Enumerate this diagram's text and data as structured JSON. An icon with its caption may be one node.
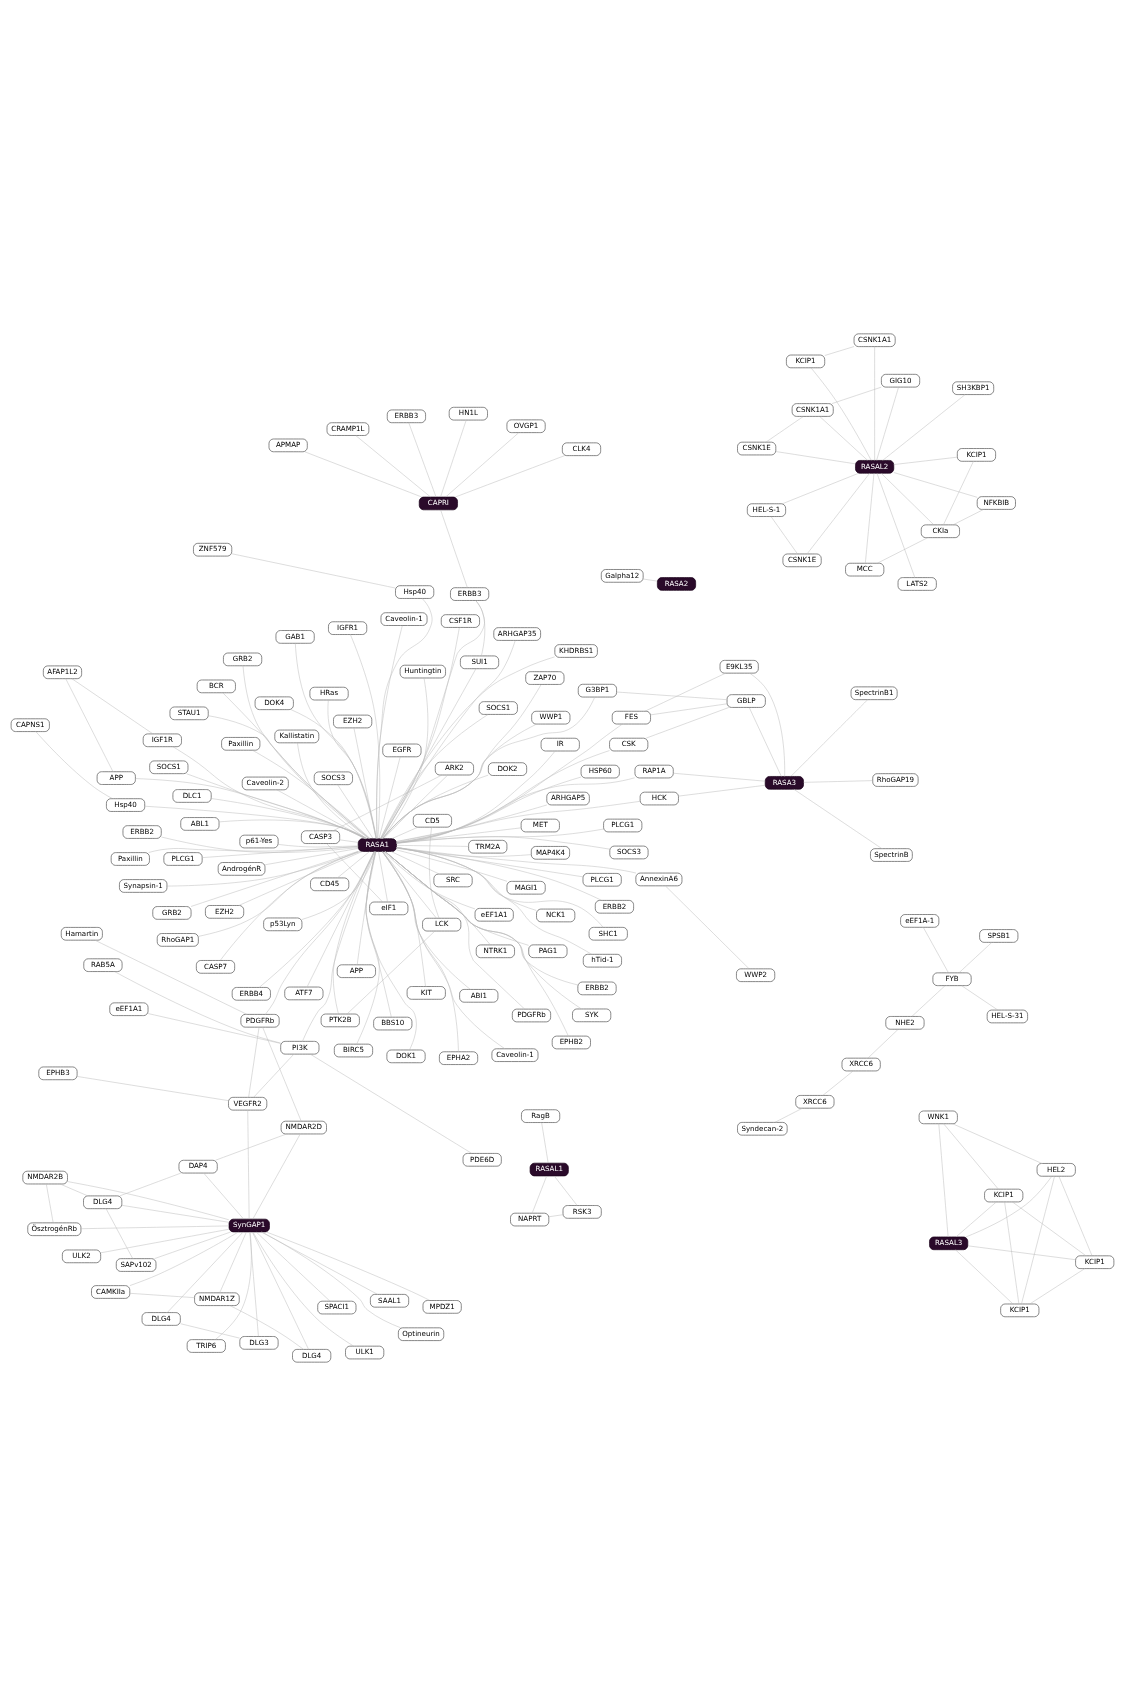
{
  "diagram": {
    "nodes": [
      {
        "text": [
          "Synapsin-1"
        ]
      },
      {
        "text": [
          "NCK1"
        ]
      },
      {
        "text": [
          "DOK1"
        ]
      },
      {
        "text": [
          "GAB1"
        ]
      },
      {
        "text": [
          "eEF1A1"
        ]
      },
      {
        "text": [
          "p61-Yes"
        ]
      },
      {
        "text": [
          "ERBB4"
        ]
      },
      {
        "text": [
          "ERBB2"
        ]
      },
      {
        "text": [
          "KIT"
        ]
      },
      {
        "text": [
          "EPHB2"
        ]
      },
      {
        "text": [
          "ABI1"
        ]
      },
      {
        "text": [
          "ERBB2"
        ]
      },
      {
        "text": [
          "ERBB2"
        ]
      },
      {
        "text": [
          "eEF1A-1"
        ]
      },
      {
        "text": [
          "MET"
        ]
      },
      {
        "text": [
          "CSF1R"
        ]
      },
      {
        "text": [
          "PDGFRb"
        ]
      },
      {
        "text": [
          "SYK"
        ]
      },
      {
        "text": [
          "BCR"
        ]
      },
      {
        "text": [
          "SOCS1"
        ]
      },
      {
        "text": [
          "Caveolin-2"
        ]
      },
      {
        "text": [
          "CD45"
        ]
      },
      {
        "text": [
          "HEL-S-31"
        ]
      },
      {
        "text": [
          "p53Lyn"
        ]
      },
      {
        "text": [
          "SOCS1"
        ]
      },
      {
        "text": [
          "CD5"
        ]
      },
      {
        "text": [
          "Caveolin-1"
        ]
      },
      {
        "text": [
          "Caveolin-1"
        ]
      },
      {
        "text": [
          "IR"
        ]
      },
      {
        "text": [
          "FYB"
        ]
      },
      {
        "text": [
          "SOCS3"
        ]
      },
      {
        "text": [
          "LCK"
        ]
      },
      {
        "text": [
          "hTid-1"
        ]
      },
      {
        "text": [
          "EGFR"
        ]
      },
      {
        "text": [
          "SRC"
        ]
      },
      {
        "text": [
          "PTK2B"
        ]
      },
      {
        "text": [
          "NHE2"
        ]
      },
      {
        "text": [
          "Paxillin"
        ]
      },
      {
        "text": [
          "DOK2"
        ]
      },
      {
        "text": [
          "IGF1R"
        ]
      },
      {
        "text": [
          "AFAP1L2"
        ]
      },
      {
        "text": [
          "KHDRBS1"
        ]
      },
      {
        "text": [
          "ABL1"
        ]
      },
      {
        "text": [
          "SPSB1"
        ]
      },
      {
        "text": [
          "Syndecan-2"
        ]
      },
      {
        "text": [
          "Paxillin"
        ]
      },
      {
        "text": [
          "IGFR1"
        ]
      },
      {
        "text": [
          "DOK4"
        ]
      },
      {
        "text": [
          "CSK"
        ]
      },
      {
        "text": [
          "ARHGAP5"
        ]
      },
      {
        "text": [
          "PLCG1"
        ]
      },
      {
        "text": [
          "XRCC6"
        ]
      },
      {
        "text": [
          "AndrogénR"
        ]
      },
      {
        "text": [
          "SHC1"
        ]
      },
      {
        "text": [
          "PAG1"
        ]
      },
      {
        "text": [
          "SOCS3"
        ]
      },
      {
        "text": [
          "XRCC6"
        ]
      },
      {
        "text": [
          "Hsp40"
        ]
      },
      {
        "text": [
          "PLCG1"
        ]
      },
      {
        "text": [
          "PLCG1"
        ]
      },
      {
        "text": [
          "ARHGAP35"
        ]
      },
      {
        "text": [
          "G3BP1"
        ]
      },
      {
        "text": [
          "ZAP70"
        ]
      },
      {
        "text": [
          "EPHA2"
        ]
      },
      {
        "text": [
          "eEF1A1"
        ]
      },
      {
        "text": [
          "GRB2"
        ]
      },
      {
        "text": [
          "GBLP"
        ]
      },
      {
        "text": [
          "STAU1"
        ]
      },
      {
        "text": [
          "Kallistatin"
        ]
      },
      {
        "text": [
          "RAB5A"
        ]
      },
      {
        "text": [
          "CASP7"
        ]
      },
      {
        "text": [
          "WWP1"
        ]
      },
      {
        "text": [
          "MAP4K4"
        ]
      },
      {
        "text": [
          "EZH2"
        ]
      },
      {
        "text": [
          "FES"
        ]
      },
      {
        "text": [
          "HSP60"
        ]
      },
      {
        "text": [
          "PDE6D"
        ]
      },
      {
        "text": [
          "E9KL35"
        ]
      },
      {
        "text": [
          "BIRC5"
        ]
      },
      {
        "text": [
          "Huntingtin"
        ]
      },
      {
        "text": [
          "EZH2"
        ]
      },
      {
        "text": [
          "GRB2"
        ]
      },
      {
        "text": [
          "APP"
        ]
      },
      {
        "text": [
          "NTRK1"
        ]
      },
      {
        "text": [
          "HCK"
        ]
      },
      {
        "text": [
          "PI3K"
        ]
      },
      {
        "text": [
          "RASA1"
        ]
      },
      {
        "text": [
          "Hsp40"
        ]
      },
      {
        "text": [
          "SUI1"
        ]
      },
      {
        "text": [
          "APP"
        ]
      },
      {
        "text": [
          "TRM2A"
        ]
      },
      {
        "text": [
          "SpectrinB"
        ]
      },
      {
        "text": [
          "HRas"
        ]
      },
      {
        "text": [
          "Hamartin"
        ]
      },
      {
        "text": [
          "RASA3"
        ]
      },
      {
        "text": [
          "RAP1A"
        ]
      },
      {
        "text": [
          "ZNF579"
        ]
      },
      {
        "text": [
          "EPHB3"
        ]
      },
      {
        "text": [
          "SpectrinB1"
        ]
      },
      {
        "text": [
          "RhoGAP1"
        ]
      },
      {
        "text": [
          "ARK2"
        ]
      },
      {
        "text": [
          "ERBB3"
        ]
      },
      {
        "text": [
          "CAPNS1"
        ]
      },
      {
        "text": [
          "BBS10"
        ]
      },
      {
        "text": [
          "eIF1"
        ]
      },
      {
        "text": [
          "RhoGAP19"
        ]
      },
      {
        "text": [
          "MAGI1"
        ]
      },
      {
        "text": [
          "ATF7"
        ]
      },
      {
        "text": [
          "AnnexinA6"
        ]
      },
      {
        "text": [
          "ERBB3"
        ]
      },
      {
        "text": [
          "CASP3"
        ]
      },
      {
        "text": [
          "APMAP"
        ]
      },
      {
        "text": [
          "DLC1"
        ]
      },
      {
        "text": [
          "WWP2"
        ]
      },
      {
        "text": [
          "CAPRI"
        ]
      },
      {
        "text": [
          "OVGP1"
        ]
      },
      {
        "text": [
          "VEGFR2"
        ]
      },
      {
        "text": [
          "PDGFRb"
        ]
      },
      {
        "text": [
          "CLK4"
        ]
      },
      {
        "text": [
          "HN1L"
        ]
      },
      {
        "text": [
          "CRAMP1L"
        ]
      },
      {
        "text": [
          "NMDAR2D"
        ]
      },
      {
        "text": [
          "ÖsztrogénRb"
        ]
      },
      {
        "text": [
          "HEL-S-1"
        ]
      },
      {
        "text": [
          "DAP4"
        ]
      },
      {
        "text": [
          "NMDAR2B"
        ]
      },
      {
        "text": [
          "GIG10"
        ]
      },
      {
        "text": [
          "LATS2"
        ]
      },
      {
        "text": [
          "SAPv102"
        ]
      },
      {
        "text": [
          "NMDAR1Z"
        ]
      },
      {
        "text": [
          "SAAL1"
        ]
      },
      {
        "text": [
          "KCIP1"
        ]
      },
      {
        "text": [
          "CSNK1A1"
        ]
      },
      {
        "text": [
          "DLG4"
        ]
      },
      {
        "text": [
          "TRIP6"
        ]
      },
      {
        "text": [
          "KCIP1"
        ]
      },
      {
        "text": [
          "CSNK1A1"
        ]
      },
      {
        "text": [
          "DLG4"
        ]
      },
      {
        "text": [
          "ULK1"
        ]
      },
      {
        "text": [
          "SynGAP1"
        ]
      },
      {
        "text": [
          "RASAL2"
        ]
      },
      {
        "text": [
          "DLG4"
        ]
      },
      {
        "text": [
          "ULK2"
        ]
      },
      {
        "text": [
          "MCC"
        ]
      },
      {
        "text": [
          "CSNK1E"
        ]
      },
      {
        "text": [
          "DLG3"
        ]
      },
      {
        "text": [
          "Optineurin"
        ]
      },
      {
        "text": [
          "CKIa"
        ]
      },
      {
        "text": [
          "CAMKIIa"
        ]
      },
      {
        "text": [
          "SPACI1"
        ]
      },
      {
        "text": [
          "CSNK1E"
        ]
      },
      {
        "text": [
          "MPDZ1"
        ]
      },
      {
        "text": [
          "NFKBIB"
        ]
      },
      {
        "text": [
          "SH3KBP1"
        ]
      },
      {
        "text": [
          "Galpha12"
        ]
      },
      {
        "text": [
          "RASA2"
        ]
      },
      {
        "text": [
          "KCIP1"
        ]
      },
      {
        "text": [
          "KCIP1"
        ]
      },
      {
        "text": [
          "NAPRT"
        ]
      },
      {
        "text": [
          "RASAL3"
        ]
      },
      {
        "text": [
          "KCIP1"
        ]
      },
      {
        "text": [
          "RSK3"
        ]
      },
      {
        "text": [
          "RASAL1"
        ]
      },
      {
        "text": [
          "HEL2"
        ]
      },
      {
        "text": [
          "WNK1"
        ]
      },
      {
        "text": [
          "RagB"
        ]
      }
    ],
    "edges": [
      {
        "from": 86,
        "to": 0,
        "arrow": "none"
      },
      {
        "from": 86,
        "to": 1,
        "arrow": "none"
      },
      {
        "from": 86,
        "to": 2,
        "arrow": "none"
      },
      {
        "from": 86,
        "to": 3,
        "arrow": "none"
      },
      {
        "from": 86,
        "to": 4,
        "arrow": "none"
      },
      {
        "from": 86,
        "to": 5,
        "arrow": "none"
      },
      {
        "from": 86,
        "to": 6,
        "arrow": "none"
      },
      {
        "from": 86,
        "to": 7,
        "arrow": "none"
      },
      {
        "from": 86,
        "to": 8,
        "arrow": "none"
      },
      {
        "from": 86,
        "to": 9,
        "arrow": "none"
      },
      {
        "from": 86,
        "to": 10,
        "arrow": "none"
      },
      {
        "from": 86,
        "to": 11,
        "arrow": "none"
      },
      {
        "from": 86,
        "to": 12,
        "arrow": "none"
      },
      {
        "from": 86,
        "to": 14,
        "arrow": "none"
      },
      {
        "from": 86,
        "to": 15,
        "arrow": "none"
      },
      {
        "from": 86,
        "to": 16,
        "arrow": "none"
      },
      {
        "from": 86,
        "to": 17,
        "arrow": "none"
      },
      {
        "from": 86,
        "to": 18,
        "arrow": "none"
      },
      {
        "from": 86,
        "to": 19,
        "arrow": "none"
      },
      {
        "from": 86,
        "to": 20,
        "arrow": "none"
      },
      {
        "from": 86,
        "to": 21,
        "arrow": "none"
      },
      {
        "from": 86,
        "to": 23,
        "arrow": "none"
      },
      {
        "from": 86,
        "to": 24,
        "arrow": "none"
      },
      {
        "from": 86,
        "to": 25,
        "arrow": "none"
      },
      {
        "from": 86,
        "to": 26,
        "arrow": "none"
      },
      {
        "from": 86,
        "to": 27,
        "arrow": "none"
      },
      {
        "from": 86,
        "to": 28,
        "arrow": "none"
      },
      {
        "from": 86,
        "to": 30,
        "arrow": "none"
      },
      {
        "from": 86,
        "to": 31,
        "arrow": "none"
      },
      {
        "from": 86,
        "to": 32,
        "arrow": "none"
      },
      {
        "from": 86,
        "to": 33,
        "arrow": "none"
      },
      {
        "from": 86,
        "to": 34,
        "arrow": "none"
      },
      {
        "from": 86,
        "to": 35,
        "arrow": "none"
      },
      {
        "from": 86,
        "to": 37,
        "arrow": "none"
      },
      {
        "from": 86,
        "to": 38,
        "arrow": "none"
      },
      {
        "from": 86,
        "to": 39,
        "arrow": "none"
      },
      {
        "from": 86,
        "to": 41,
        "arrow": "none"
      },
      {
        "from": 86,
        "to": 42,
        "arrow": "none"
      },
      {
        "from": 86,
        "to": 45,
        "arrow": "none"
      },
      {
        "from": 86,
        "to": 46,
        "arrow": "none"
      },
      {
        "from": 86,
        "to": 47,
        "arrow": "none"
      },
      {
        "from": 86,
        "to": 48,
        "arrow": "none"
      },
      {
        "from": 86,
        "to": 49,
        "arrow": "none"
      },
      {
        "from": 86,
        "to": 50,
        "arrow": "none"
      },
      {
        "from": 86,
        "to": 52,
        "arrow": "none"
      },
      {
        "from": 86,
        "to": 53,
        "arrow": "none"
      },
      {
        "from": 86,
        "to": 54,
        "arrow": "none"
      },
      {
        "from": 86,
        "to": 55,
        "arrow": "none"
      },
      {
        "from": 86,
        "to": 57,
        "arrow": "none"
      },
      {
        "from": 86,
        "to": 58,
        "arrow": "none"
      },
      {
        "from": 86,
        "to": 59,
        "arrow": "none"
      },
      {
        "from": 86,
        "to": 60,
        "arrow": "none"
      },
      {
        "from": 86,
        "to": 61,
        "arrow": "none"
      },
      {
        "from": 86,
        "to": 62,
        "arrow": "none"
      },
      {
        "from": 86,
        "to": 63,
        "arrow": "none"
      },
      {
        "from": 86,
        "to": 65,
        "arrow": "none"
      },
      {
        "from": 86,
        "to": 67,
        "arrow": "none"
      },
      {
        "from": 86,
        "to": 68,
        "arrow": "none"
      },
      {
        "from": 86,
        "to": 70,
        "arrow": "none"
      },
      {
        "from": 86,
        "to": 71,
        "arrow": "none"
      },
      {
        "from": 86,
        "to": 72,
        "arrow": "none"
      },
      {
        "from": 86,
        "to": 73,
        "arrow": "none"
      },
      {
        "from": 86,
        "to": 74,
        "arrow": "none"
      },
      {
        "from": 86,
        "to": 75,
        "arrow": "none"
      },
      {
        "from": 86,
        "to": 78,
        "arrow": "none"
      },
      {
        "from": 86,
        "to": 79,
        "arrow": "none"
      },
      {
        "from": 86,
        "to": 80,
        "arrow": "none"
      },
      {
        "from": 86,
        "to": 81,
        "arrow": "none"
      },
      {
        "from": 86,
        "to": 82,
        "arrow": "none"
      },
      {
        "from": 86,
        "to": 83,
        "arrow": "none"
      },
      {
        "from": 86,
        "to": 84,
        "arrow": "none"
      },
      {
        "from": 86,
        "to": 85,
        "arrow": "none"
      },
      {
        "from": 86,
        "to": 87,
        "arrow": "none"
      },
      {
        "from": 86,
        "to": 88,
        "arrow": "none"
      },
      {
        "from": 86,
        "to": 89,
        "arrow": "none"
      },
      {
        "from": 86,
        "to": 90,
        "arrow": "none"
      },
      {
        "from": 86,
        "to": 92,
        "arrow": "none"
      },
      {
        "from": 86,
        "to": 95,
        "arrow": "none"
      },
      {
        "from": 86,
        "to": 99,
        "arrow": "none"
      },
      {
        "from": 86,
        "to": 100,
        "arrow": "none"
      },
      {
        "from": 86,
        "to": 101,
        "arrow": "none"
      },
      {
        "from": 86,
        "to": 103,
        "arrow": "none"
      },
      {
        "from": 86,
        "to": 104,
        "arrow": "none"
      },
      {
        "from": 86,
        "to": 106,
        "arrow": "none"
      },
      {
        "from": 86,
        "to": 107,
        "arrow": "none"
      },
      {
        "from": 86,
        "to": 108,
        "arrow": "none"
      },
      {
        "from": 86,
        "to": 110,
        "arrow": "none"
      },
      {
        "from": 86,
        "to": 112,
        "arrow": "none"
      },
      {
        "from": 86,
        "to": 117,
        "arrow": "none"
      },
      {
        "from": 13,
        "to": 29,
        "arrow": "none"
      },
      {
        "from": 22,
        "to": 29,
        "arrow": "none"
      },
      {
        "from": 29,
        "to": 36,
        "arrow": "none"
      },
      {
        "from": 29,
        "to": 43,
        "arrow": "none"
      },
      {
        "from": 36,
        "to": 56,
        "arrow": "none"
      },
      {
        "from": 51,
        "to": 56,
        "arrow": "none"
      },
      {
        "from": 44,
        "to": 51,
        "arrow": "none"
      },
      {
        "from": 64,
        "to": 85,
        "arrow": "none"
      },
      {
        "from": 69,
        "to": 85,
        "arrow": "none"
      },
      {
        "from": 76,
        "to": 85,
        "arrow": "none"
      },
      {
        "from": 85,
        "to": 116,
        "arrow": "none"
      },
      {
        "from": 93,
        "to": 117,
        "arrow": "none"
      },
      {
        "from": 97,
        "to": 116,
        "arrow": "none"
      },
      {
        "from": 96,
        "to": 57,
        "arrow": "none"
      },
      {
        "from": 102,
        "to": 87,
        "arrow": "none"
      },
      {
        "from": 116,
        "to": 117,
        "arrow": "none"
      },
      {
        "from": 113,
        "to": 108,
        "arrow": "none"
      },
      {
        "from": 110,
        "to": 100,
        "arrow": "none"
      },
      {
        "from": 110,
        "to": 104,
        "arrow": "none"
      },
      {
        "from": 40,
        "to": 39,
        "arrow": "none"
      },
      {
        "from": 40,
        "to": 89,
        "arrow": "none"
      },
      {
        "from": 31,
        "to": 25,
        "arrow": "none"
      },
      {
        "from": 31,
        "to": 35,
        "arrow": "none"
      },
      {
        "from": 66,
        "to": 61,
        "arrow": "none"
      },
      {
        "from": 66,
        "to": 48,
        "arrow": "none"
      },
      {
        "from": 66,
        "to": 74,
        "arrow": "none"
      },
      {
        "from": 77,
        "to": 74,
        "arrow": "none"
      },
      {
        "from": 101,
        "to": 88,
        "arrow": "none"
      },
      {
        "from": 94,
        "to": 91,
        "arrow": "none"
      },
      {
        "from": 94,
        "to": 98,
        "arrow": "none"
      },
      {
        "from": 94,
        "to": 105,
        "arrow": "none"
      },
      {
        "from": 94,
        "to": 95,
        "arrow": "none"
      },
      {
        "from": 94,
        "to": 66,
        "arrow": "none"
      },
      {
        "from": 94,
        "to": 77,
        "arrow": "none"
      },
      {
        "from": 94,
        "to": 84,
        "arrow": "none"
      },
      {
        "from": 114,
        "to": 101,
        "arrow": "none"
      },
      {
        "from": 114,
        "to": 109,
        "arrow": "none"
      },
      {
        "from": 114,
        "to": 111,
        "arrow": "none"
      },
      {
        "from": 114,
        "to": 115,
        "arrow": "none"
      },
      {
        "from": 114,
        "to": 118,
        "arrow": "none"
      },
      {
        "from": 114,
        "to": 119,
        "arrow": "none"
      },
      {
        "from": 114,
        "to": 120,
        "arrow": "none"
      },
      {
        "from": 116,
        "to": 139,
        "arrow": "none"
      },
      {
        "from": 117,
        "to": 121,
        "arrow": "none"
      },
      {
        "from": 139,
        "to": 121,
        "arrow": "none"
      },
      {
        "from": 139,
        "to": 122,
        "arrow": "none"
      },
      {
        "from": 139,
        "to": 124,
        "arrow": "none"
      },
      {
        "from": 139,
        "to": 125,
        "arrow": "none"
      },
      {
        "from": 139,
        "to": 128,
        "arrow": "none"
      },
      {
        "from": 139,
        "to": 129,
        "arrow": "none"
      },
      {
        "from": 139,
        "to": 130,
        "arrow": "none"
      },
      {
        "from": 139,
        "to": 133,
        "arrow": "none"
      },
      {
        "from": 139,
        "to": 134,
        "arrow": "none"
      },
      {
        "from": 139,
        "to": 137,
        "arrow": "none"
      },
      {
        "from": 139,
        "to": 138,
        "arrow": "none"
      },
      {
        "from": 139,
        "to": 141,
        "arrow": "none"
      },
      {
        "from": 139,
        "to": 142,
        "arrow": "none"
      },
      {
        "from": 139,
        "to": 145,
        "arrow": "none"
      },
      {
        "from": 139,
        "to": 146,
        "arrow": "none"
      },
      {
        "from": 139,
        "to": 148,
        "arrow": "none"
      },
      {
        "from": 139,
        "to": 149,
        "arrow": "none"
      },
      {
        "from": 139,
        "to": 151,
        "arrow": "none"
      },
      {
        "from": 124,
        "to": 133,
        "arrow": "none"
      },
      {
        "from": 128,
        "to": 133,
        "arrow": "none"
      },
      {
        "from": 125,
        "to": 133,
        "arrow": "none"
      },
      {
        "from": 121,
        "to": 124,
        "arrow": "none"
      },
      {
        "from": 122,
        "to": 125,
        "arrow": "none"
      },
      {
        "from": 129,
        "to": 148,
        "arrow": "none"
      },
      {
        "from": 141,
        "to": 145,
        "arrow": "none"
      },
      {
        "from": 129,
        "to": 137,
        "arrow": "none"
      },
      {
        "from": 140,
        "to": 123,
        "arrow": "none"
      },
      {
        "from": 140,
        "to": 126,
        "arrow": "none"
      },
      {
        "from": 140,
        "to": 127,
        "arrow": "none"
      },
      {
        "from": 140,
        "to": 131,
        "arrow": "none"
      },
      {
        "from": 140,
        "to": 132,
        "arrow": "none"
      },
      {
        "from": 140,
        "to": 135,
        "arrow": "none"
      },
      {
        "from": 140,
        "to": 136,
        "arrow": "none"
      },
      {
        "from": 140,
        "to": 143,
        "arrow": "none"
      },
      {
        "from": 140,
        "to": 144,
        "arrow": "none"
      },
      {
        "from": 140,
        "to": 147,
        "arrow": "none"
      },
      {
        "from": 140,
        "to": 150,
        "arrow": "none"
      },
      {
        "from": 140,
        "to": 152,
        "arrow": "none"
      },
      {
        "from": 140,
        "to": 153,
        "arrow": "none"
      },
      {
        "from": 131,
        "to": 132,
        "arrow": "none"
      },
      {
        "from": 123,
        "to": 144,
        "arrow": "none"
      },
      {
        "from": 147,
        "to": 152,
        "arrow": "none"
      },
      {
        "from": 143,
        "to": 147,
        "arrow": "none"
      },
      {
        "from": 136,
        "to": 150,
        "arrow": "none"
      },
      {
        "from": 126,
        "to": 136,
        "arrow": "none"
      },
      {
        "from": 135,
        "to": 147,
        "arrow": "none"
      },
      {
        "from": 154,
        "to": 155,
        "arrow": "none"
      },
      {
        "from": 162,
        "to": 158,
        "arrow": "none"
      },
      {
        "from": 162,
        "to": 161,
        "arrow": "none"
      },
      {
        "from": 162,
        "to": 165,
        "arrow": "none"
      },
      {
        "from": 158,
        "to": 161,
        "arrow": "none"
      },
      {
        "from": 159,
        "to": 156,
        "arrow": "none"
      },
      {
        "from": 159,
        "to": 157,
        "arrow": "none"
      },
      {
        "from": 159,
        "to": 160,
        "arrow": "none"
      },
      {
        "from": 159,
        "to": 163,
        "arrow": "none"
      },
      {
        "from": 159,
        "to": 164,
        "arrow": "none"
      },
      {
        "from": 156,
        "to": 157,
        "arrow": "none"
      },
      {
        "from": 157,
        "to": 160,
        "arrow": "none"
      },
      {
        "from": 160,
        "to": 164,
        "arrow": "none"
      },
      {
        "from": 163,
        "to": 164,
        "arrow": "none"
      },
      {
        "from": 156,
        "to": 163,
        "arrow": "none"
      },
      {
        "from": 157,
        "to": 163,
        "arrow": "none"
      },
      {
        "from": 156,
        "to": 160,
        "arrow": "none"
      }
    ]
  }
}
